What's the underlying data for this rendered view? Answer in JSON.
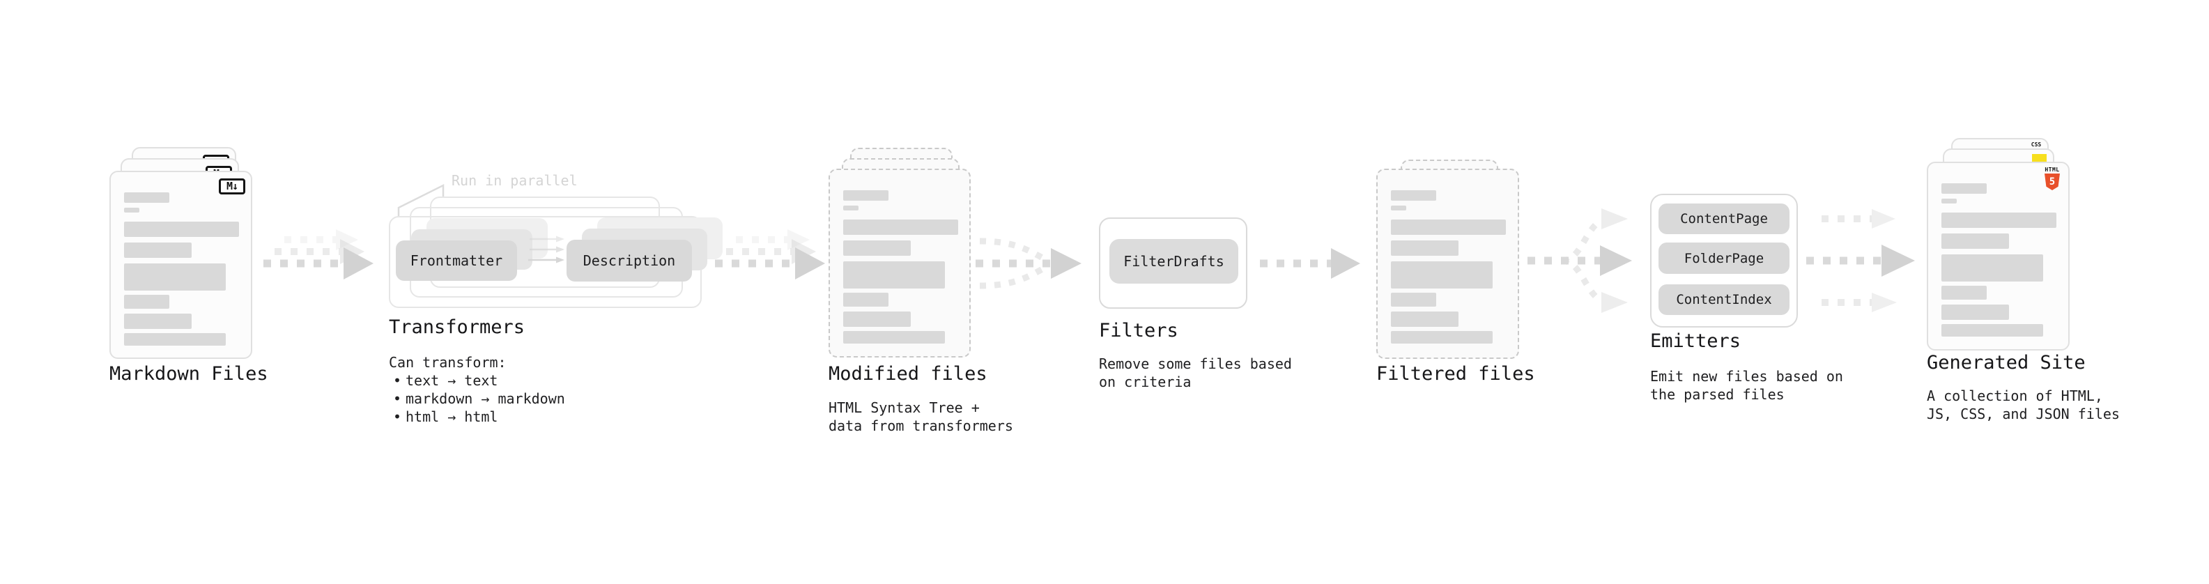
{
  "nodes": {
    "markdown": {
      "label": "Markdown Files",
      "badge": "M↓"
    },
    "transformers": {
      "label": "Transformers",
      "callout": "Run in parallel",
      "desc_title": "Can transform:",
      "bullet_marker": "•",
      "bullet1": "text → text",
      "bullet2": "markdown → markdown",
      "bullet3": "html → html",
      "step1": "Frontmatter",
      "step2": "Description"
    },
    "modified": {
      "label": "Modified files",
      "desc1": "HTML Syntax Tree +",
      "desc2": "data from transformers"
    },
    "filters": {
      "label": "Filters",
      "desc1": "Remove some files based",
      "desc2": "on criteria",
      "step1": "FilterDrafts"
    },
    "filtered": {
      "label": "Filtered files"
    },
    "emitters": {
      "label": "Emitters",
      "desc1": "Emit new files based on",
      "desc2": "the parsed files",
      "step1": "ContentPage",
      "step2": "FolderPage",
      "step3": "ContentIndex"
    },
    "generated": {
      "label": "Generated Site",
      "desc1": "A collection of HTML,",
      "desc2": "JS, CSS, and JSON files",
      "badge_css": "CSS",
      "badge_html_word": "HTML",
      "badge_html_number": "5"
    }
  },
  "colors": {
    "arrow_main": "#d2d2d2",
    "arrow_faint": "#ececec",
    "doc_bar": "#d9d9d9",
    "html5_orange": "#e8502a",
    "js_yellow": "#f7df1e",
    "css_blue": "#2d6ff2"
  }
}
